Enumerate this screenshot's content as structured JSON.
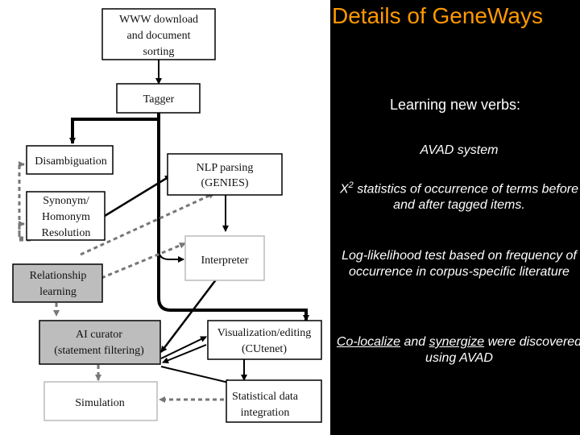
{
  "title": "Details of GeneWays",
  "subtitle": "Learning new verbs:",
  "avad": "AVAD system",
  "chi_base": "X",
  "chi_sup": "2",
  "chi_rest": " statistics of occurrence of terms before and after tagged items.",
  "loglik": "Log-likelihood test based on frequency of occurrence in corpus-specific literature",
  "colocalize": "Co-localize",
  "and": " and ",
  "synergize": "synergize",
  "discovered": " were discovered using AVAD",
  "diagram": {
    "www_1": "WWW download",
    "www_2": "and document",
    "www_3": "sorting",
    "tagger": "Tagger",
    "disambiguation": "Disambiguation",
    "nlp_1": "NLP parsing",
    "nlp_2": "(GENIES)",
    "syn_1": "Synonym/",
    "syn_2": "Homonym",
    "syn_3": "Resolution",
    "interpreter": "Interpreter",
    "rel_1": "Relationship",
    "rel_2": "learning",
    "ai_1": "AI curator",
    "ai_2": "(statement filtering)",
    "vis_1": "Visualization/editing",
    "vis_2": "(CUtenet)",
    "simulation": "Simulation",
    "stat_1": "Statistical data",
    "stat_2": "integration"
  },
  "colors": {
    "title": "#ff9900",
    "shaded_box": "#bdbdbd"
  }
}
